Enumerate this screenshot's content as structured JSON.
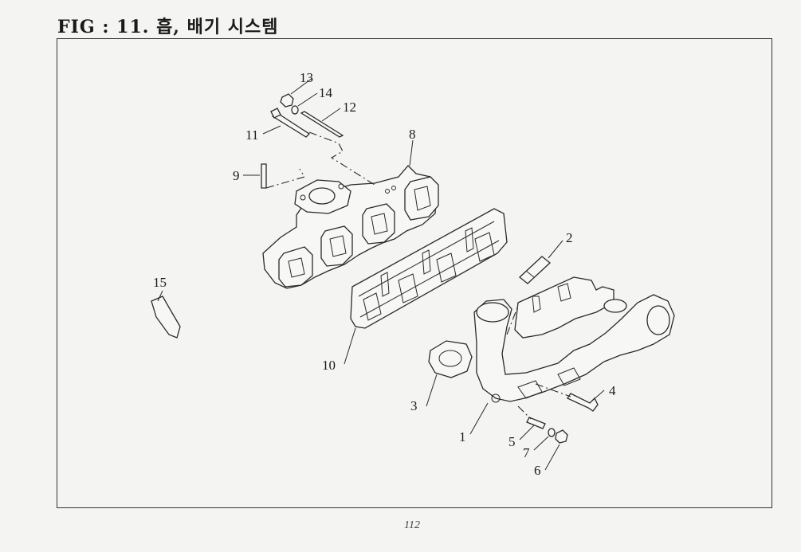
{
  "figure": {
    "title": "FIG : 11. 흡, 배기 시스템",
    "page_number": "112"
  },
  "callouts": [
    {
      "id": "1",
      "label": "1"
    },
    {
      "id": "2",
      "label": "2"
    },
    {
      "id": "3",
      "label": "3"
    },
    {
      "id": "4",
      "label": "4"
    },
    {
      "id": "5",
      "label": "5"
    },
    {
      "id": "6",
      "label": "6"
    },
    {
      "id": "7",
      "label": "7"
    },
    {
      "id": "8",
      "label": "8"
    },
    {
      "id": "9",
      "label": "9"
    },
    {
      "id": "10",
      "label": "10"
    },
    {
      "id": "11",
      "label": "11"
    },
    {
      "id": "12",
      "label": "12"
    },
    {
      "id": "13",
      "label": "13"
    },
    {
      "id": "14",
      "label": "14"
    },
    {
      "id": "15",
      "label": "15"
    }
  ]
}
